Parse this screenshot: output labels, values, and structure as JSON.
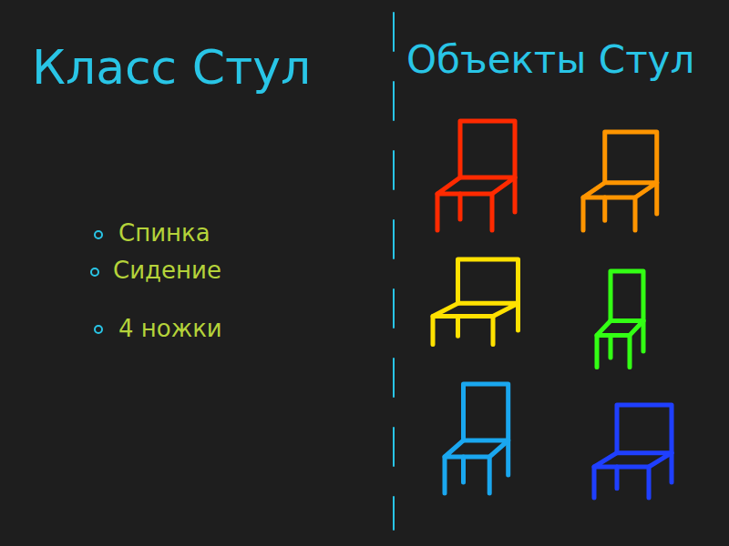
{
  "diagram": {
    "labels": [
      "Класс Стул",
      "Объекты Стул",
      "Спинка",
      "Сидение",
      "4 ножки"
    ]
  }
}
